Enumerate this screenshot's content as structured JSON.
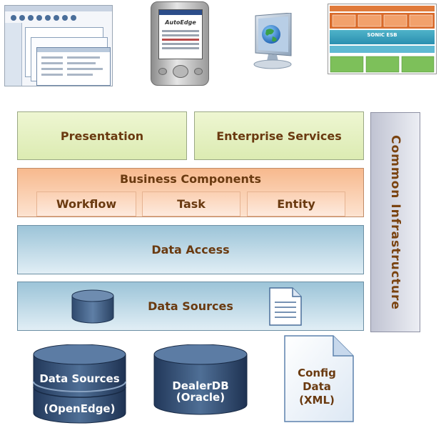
{
  "layers": {
    "presentation": "Presentation",
    "enterprise_services": "Enterprise Services",
    "common_infrastructure": "Common Infrastructure",
    "business_components": "Business Components",
    "workflow": "Workflow",
    "task": "Task",
    "entity": "Entity",
    "data_access": "Data Access",
    "data_sources": "Data Sources"
  },
  "bottom": {
    "openedge_line1": "Data Sources",
    "openedge_line2": "(OpenEdge)",
    "dealerdb_line1": "DealerDB",
    "dealerdb_line2": "(Oracle)",
    "config_line1": "Config",
    "config_line2": "Data",
    "config_line3": "(XML)"
  },
  "thumbnails": {
    "pda_brand": "AutoEdge",
    "esb_label": "SONIC ESB"
  }
}
